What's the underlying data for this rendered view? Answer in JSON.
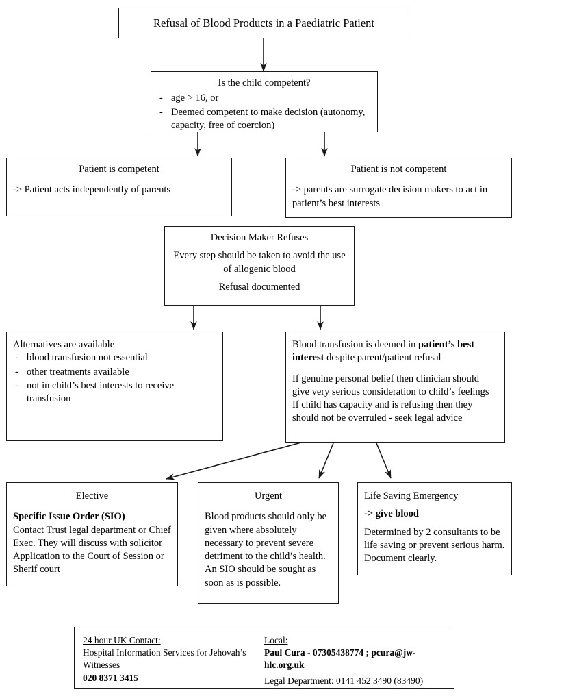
{
  "title_box": {
    "text": "Refusal of Blood Products in a Paediatric Patient"
  },
  "competency_box": {
    "heading": "Is the child competent?",
    "bullets": [
      "age > 16, or",
      "Deemed competent to make decision (autonomy, capacity, free of coercion)"
    ],
    "dash": "-"
  },
  "competent_box": {
    "heading": "Patient is competent",
    "body": "-> Patient acts independently of parents"
  },
  "not_competent_box": {
    "heading": "Patient is not competent",
    "body": "-> parents are surrogate decision makers to act in patient’s best interests"
  },
  "refuses_box": {
    "heading": "Decision Maker Refuses",
    "body": "Every step should be taken to avoid the use of allogenic blood",
    "footer": "Refusal documented"
  },
  "alternatives_box": {
    "heading": "Alternatives are available",
    "dash": "-",
    "bullets": [
      "blood transfusion not essential",
      "other treatments available",
      "not in child’s best interests to receive transfusion"
    ]
  },
  "best_interest_box": {
    "line1_pre": "Blood transfusion is deemed in ",
    "line1_bold": "patient’s best interest",
    "line1_post": " despite parent/patient refusal",
    "para2_line1": "If genuine personal belief then clinician should",
    "para2_line2": "give very serious consideration to child’s feelings",
    "para2_line3": "If child has capacity and is refusing then they",
    "para2_line4": "should not be overruled - seek legal advice"
  },
  "elective_box": {
    "heading": "Elective",
    "bold_line": "Specific Issue Order (SIO)",
    "body": "Contact Trust legal department or Chief Exec. They will discuss with solicitor Application to the Court of Session or Sherif court"
  },
  "urgent_box": {
    "heading": "Urgent",
    "body": "Blood products should only be given where absolutely necessary to prevent severe detriment to the child’s health. An SIO should be sought as soon as is possible."
  },
  "emergency_box": {
    "heading": "Life Saving Emergency",
    "bold_line": "-> give blood",
    "body": "Determined by 2 consultants to be life saving or prevent serious harm. Document clearly."
  },
  "contact_box": {
    "left": {
      "heading": "24 hour UK Contact:",
      "line1": "Hospital Information Services for Jehovah’s Witnesses",
      "phone": "020 8371 3415"
    },
    "right": {
      "heading": "Local:",
      "name": "Paul Cura",
      "separator": " - ",
      "mobile": "07305438774",
      "semicolon": " ; ",
      "email": "pcura@jw-hlc.org.uk",
      "legal": "Legal Department: 0141 452 3490 (83490)"
    }
  },
  "colors": {
    "line": "#1a1a1a",
    "background": "#ffffff",
    "text": "#000000"
  }
}
